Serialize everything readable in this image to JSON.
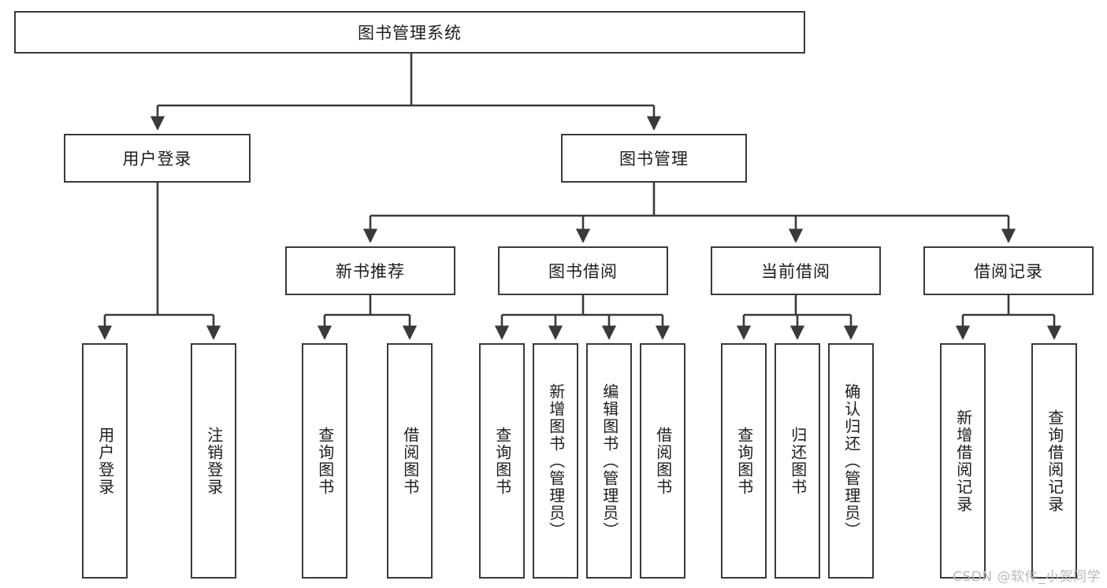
{
  "diagram": {
    "title": "图书管理系统",
    "type": "tree-hierarchy-diagram",
    "root": {
      "label": "图书管理系统"
    },
    "level2": [
      {
        "label": "用户登录"
      },
      {
        "label": "图书管理"
      }
    ],
    "level3": [
      {
        "label": "新书推荐"
      },
      {
        "label": "图书借阅"
      },
      {
        "label": "当前借阅"
      },
      {
        "label": "借阅记录"
      }
    ],
    "leaves": {
      "user_login": [
        {
          "label": "用户登录"
        },
        {
          "label": "注销登录"
        }
      ],
      "new_book_recommend": [
        {
          "label": "查询图书"
        },
        {
          "label": "借阅图书"
        }
      ],
      "book_borrow": [
        {
          "label": "查询图书"
        },
        {
          "label": "新增图书（管理员）"
        },
        {
          "label": "编辑图书（管理员）"
        },
        {
          "label": "借阅图书"
        }
      ],
      "current_borrow": [
        {
          "label": "查询图书"
        },
        {
          "label": "归还图书"
        },
        {
          "label": "确认归还（管理员）"
        }
      ],
      "borrow_record": [
        {
          "label": "新增借阅记录"
        },
        {
          "label": "查询借阅记录"
        }
      ]
    }
  },
  "watermark": {
    "text": "CSDN @软件_小贺同学"
  },
  "colors": {
    "border": "#3a3a3a",
    "text": "#1c1c1c",
    "background": "#ffffff",
    "watermark": "#b9b9b9"
  }
}
